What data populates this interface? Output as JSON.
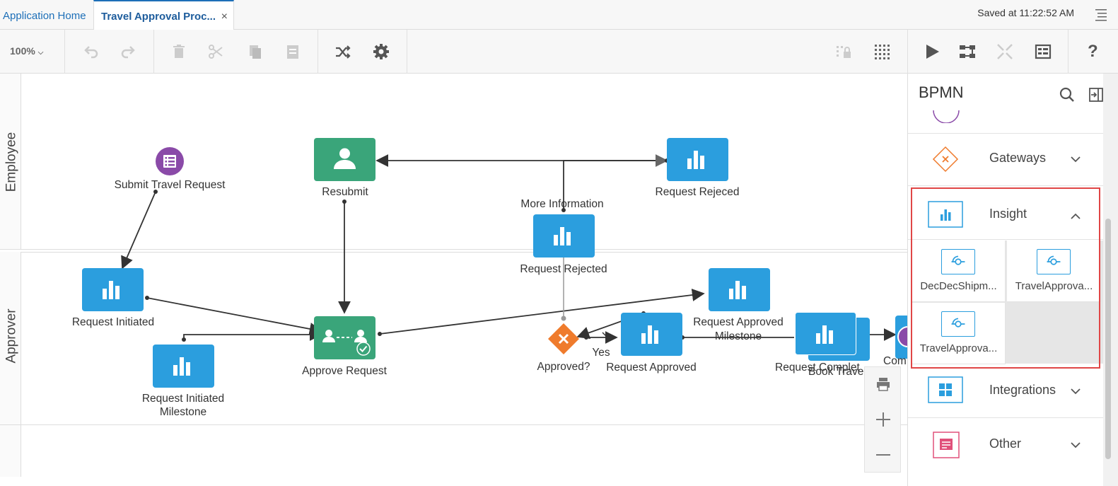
{
  "tabs": {
    "home": "Application Home",
    "active": "Travel Approval Proc...",
    "close": "×"
  },
  "header": {
    "saved": "Saved at 11:22:52 AM"
  },
  "toolbar": {
    "zoom": "100%",
    "icons": [
      "undo-icon",
      "redo-icon",
      "delete-icon",
      "cut-icon",
      "copy-icon",
      "paste-icon",
      "shuffle-icon",
      "settings-icon",
      "lock-grid-icon",
      "grid-icon",
      "play-icon",
      "diagram-icon",
      "collapse-icon",
      "data-icon",
      "help-icon"
    ],
    "help": "?"
  },
  "lanes": {
    "employee": "Employee",
    "approver": "Approver"
  },
  "nodes": {
    "submit": "Submit Travel Request",
    "resubmit": "Resubmit",
    "more_info": "More Information",
    "rejected_emp": "Request Rejeced",
    "rejected": "Request Rejected",
    "initiated": "Request Initiated",
    "approve": "Approve Request",
    "initiated_ms_1": "Request Initiated",
    "initiated_ms_2": "Milestone",
    "approved_gw": "Approved?",
    "yes": "Yes",
    "approved": "Request Approved",
    "approved_ms_1": "Request Approved",
    "approved_ms_2": "Milestone",
    "completed": "Request Complet",
    "book": "Book Trave",
    "com": "Com"
  },
  "panel": {
    "title": "BPMN",
    "categories": {
      "gateways": "Gateways",
      "insight": "Insight",
      "integrations": "Integrations",
      "other": "Other"
    },
    "insight_items": [
      "DecDecShipm...",
      "TravelApprova...",
      "TravelApprova..."
    ]
  },
  "colors": {
    "blue": "#2b9ede",
    "green": "#3aa57a",
    "purple": "#8a4aa8",
    "orange": "#ef7b2c",
    "highlight": "#e04646"
  }
}
